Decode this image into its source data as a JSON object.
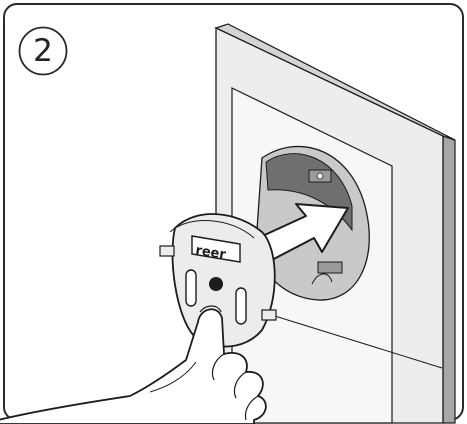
{
  "step": {
    "number": "2"
  },
  "plug_cover": {
    "brand_text": "reer"
  },
  "colors": {
    "frame_face": "#ededed",
    "frame_side": "#a7a7a7",
    "box_inner": "#c9c9c9",
    "box_dark": "#6f6f6f",
    "cover_face": "#ececec",
    "arrow_fill": "#ffffff",
    "outline": "#1c1c1c",
    "skin": "#ffffff"
  },
  "icons": [
    "step-badge-circle",
    "push-arrow-icon",
    "finger-pointing-hand"
  ]
}
